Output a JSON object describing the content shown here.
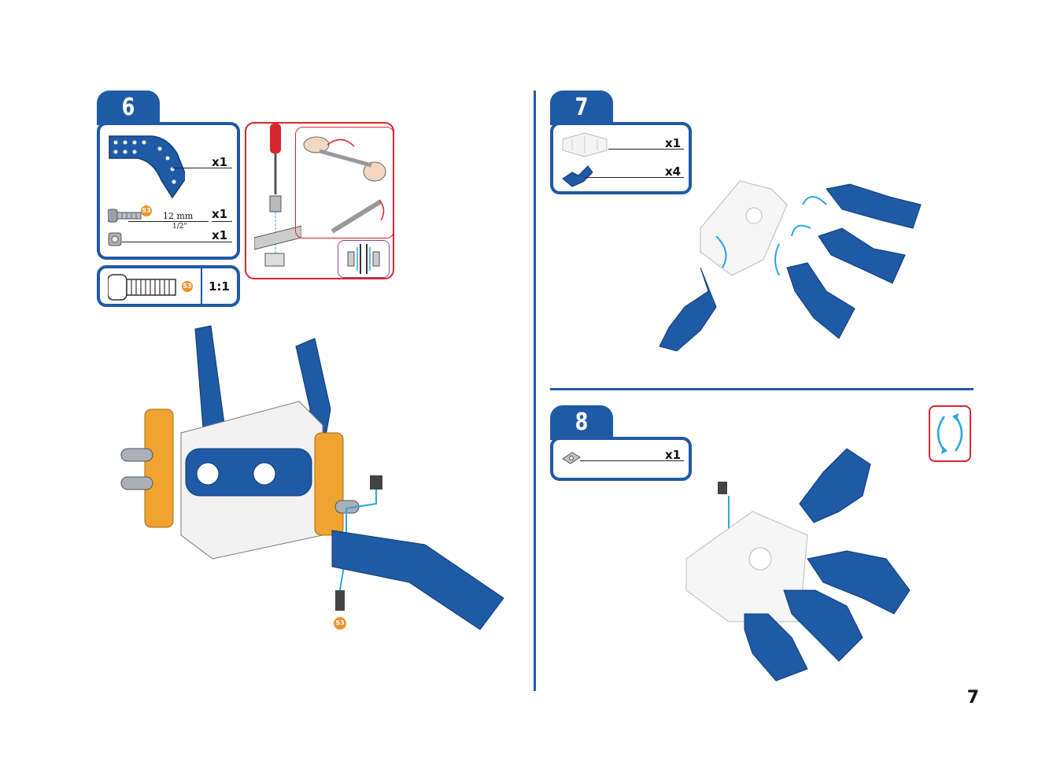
{
  "page_number": "7",
  "step6": {
    "number": "6",
    "parts": [
      {
        "icon": "curved-strip-icon",
        "qty": "x1"
      },
      {
        "icon": "bolt-icon",
        "qty": "x1",
        "code": "S3",
        "length_mm": "12 mm",
        "length_in": "1/2\""
      },
      {
        "icon": "nut-icon",
        "qty": "x1"
      }
    ],
    "scale_box": {
      "code": "S3",
      "ratio": "1:1"
    },
    "assembly_code": "S3"
  },
  "step7": {
    "number": "7",
    "parts": [
      {
        "icon": "clear-base-piece-icon",
        "qty": "x1"
      },
      {
        "icon": "blue-finger-piece-icon",
        "qty": "x4"
      }
    ]
  },
  "step8": {
    "number": "8",
    "parts": [
      {
        "icon": "square-nut-icon",
        "qty": "x1"
      }
    ]
  },
  "colors": {
    "brand_blue": "#1f5aa6",
    "accent_red": "#d7262e",
    "accent_orange": "#f0922a",
    "arrow_cyan": "#29a8e0"
  }
}
